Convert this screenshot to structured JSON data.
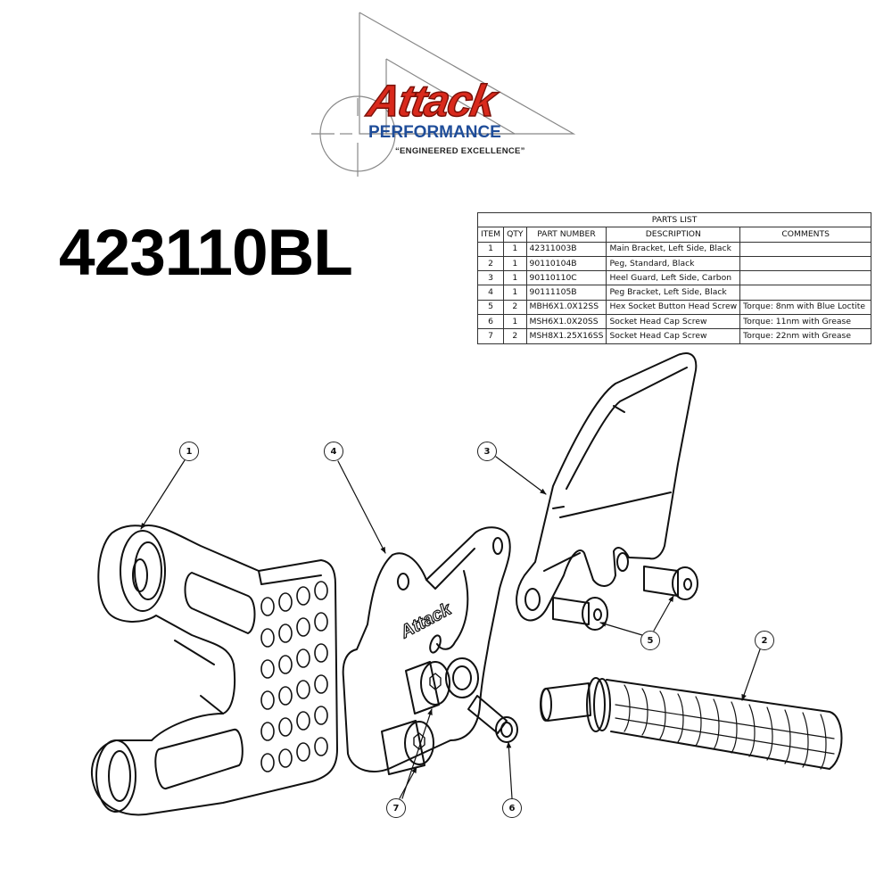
{
  "logo": {
    "brand": "Attack",
    "subbrand": "PERFORMANCE",
    "tagline": "“Engineered Excellence”",
    "colors": {
      "brand_red": "#d9291c",
      "brand_blue": "#1f4d99"
    }
  },
  "kit_number": "423110BL",
  "parts_list": {
    "title": "PARTS LIST",
    "columns": [
      "ITEM",
      "QTY",
      "PART NUMBER",
      "DESCRIPTION",
      "COMMENTS"
    ],
    "rows": [
      {
        "item": "1",
        "qty": "1",
        "part_number": "42311003B",
        "description": "Main Bracket, Left Side, Black",
        "comments": ""
      },
      {
        "item": "2",
        "qty": "1",
        "part_number": "90110104B",
        "description": "Peg, Standard, Black",
        "comments": ""
      },
      {
        "item": "3",
        "qty": "1",
        "part_number": "90110110C",
        "description": "Heel Guard, Left Side, Carbon",
        "comments": ""
      },
      {
        "item": "4",
        "qty": "1",
        "part_number": "90111105B",
        "description": "Peg Bracket, Left Side, Black",
        "comments": ""
      },
      {
        "item": "5",
        "qty": "2",
        "part_number": "MBH6X1.0X12SS",
        "description": "Hex Socket Button Head Screw",
        "comments": "Torque: 8nm with Blue Loctite"
      },
      {
        "item": "6",
        "qty": "1",
        "part_number": "MSH6X1.0X20SS",
        "description": "Socket Head Cap Screw",
        "comments": "Torque: 11nm with Grease"
      },
      {
        "item": "7",
        "qty": "2",
        "part_number": "MSH8X1.25X16SS",
        "description": "Socket Head Cap Screw",
        "comments": "Torque: 22nm with Grease"
      }
    ]
  },
  "diagram": {
    "callouts": [
      {
        "label": "1",
        "part": "main-bracket"
      },
      {
        "label": "4",
        "part": "peg-bracket"
      },
      {
        "label": "3",
        "part": "heel-guard"
      },
      {
        "label": "5",
        "part": "button-head-screws"
      },
      {
        "label": "2",
        "part": "peg"
      },
      {
        "label": "7",
        "part": "cap-screws-m8"
      },
      {
        "label": "6",
        "part": "cap-screw-m6"
      }
    ],
    "engraving": "Attack"
  }
}
